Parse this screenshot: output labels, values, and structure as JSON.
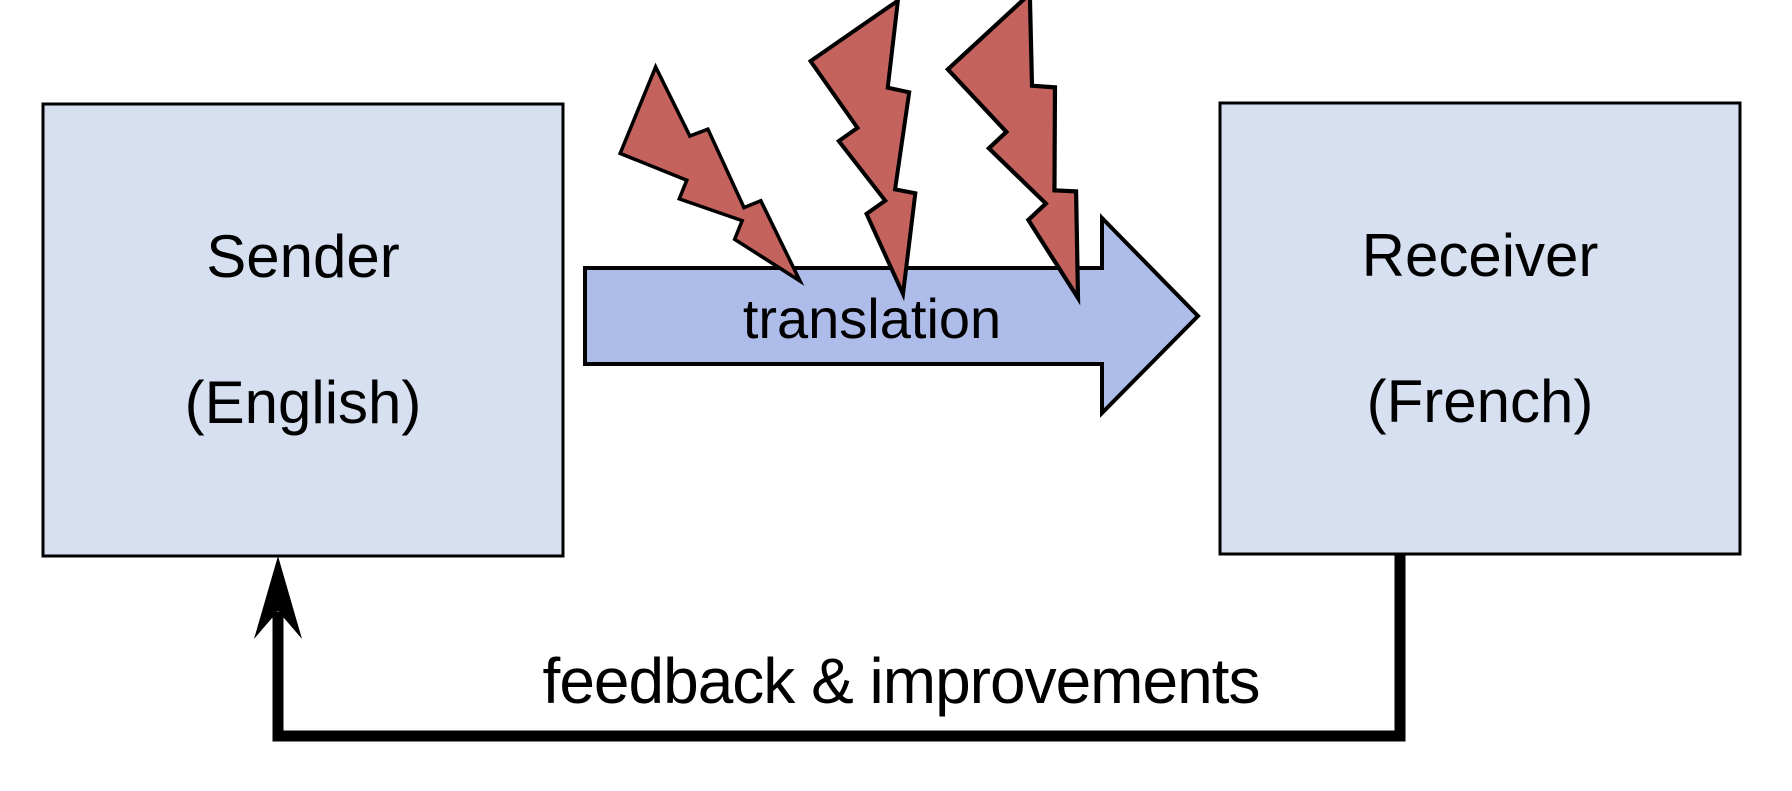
{
  "diagram": {
    "sender_box": {
      "title": "Sender",
      "subtitle": "(English)"
    },
    "receiver_box": {
      "title": "Receiver",
      "subtitle": "(French)"
    },
    "translation_arrow_label": "translation",
    "feedback_label": "feedback & improvements",
    "icons": {
      "interference": "lightning-bolt",
      "feedback_direction": "up-arrowhead"
    },
    "colors": {
      "background": "#ffffff",
      "box_fill": "#d6e0f1",
      "arrow_fill": "#aebce9",
      "bolt_fill": "#c4625e",
      "outline": "#000000",
      "text": "#000000"
    }
  }
}
